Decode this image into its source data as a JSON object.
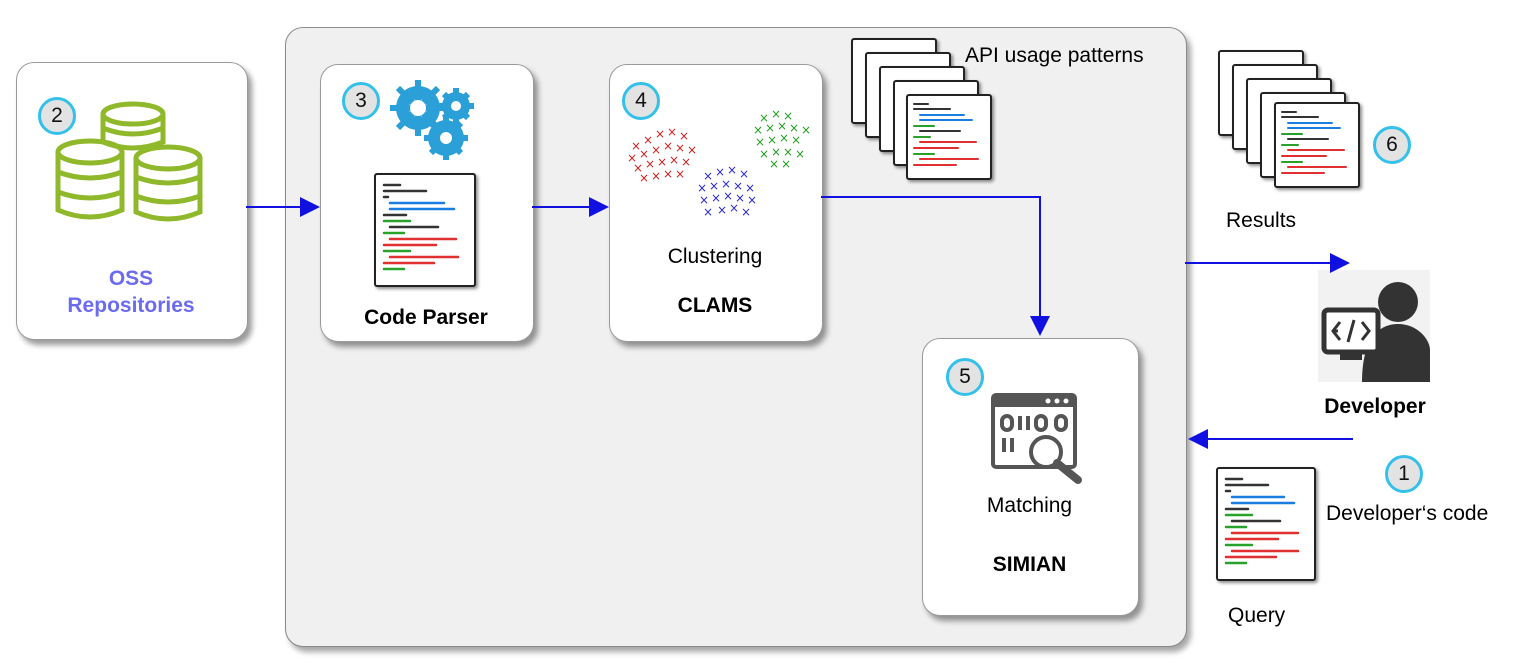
{
  "steps": {
    "s1": "1",
    "s2": "2",
    "s3": "3",
    "s4": "4",
    "s5": "5",
    "s6": "6"
  },
  "oss": {
    "line1": "OSS",
    "line2": "Repositories",
    "color": "#6b6bef"
  },
  "parser": {
    "title": "Code Parser"
  },
  "clustering": {
    "caption": "Clustering",
    "title": "CLAMS"
  },
  "api_patterns": {
    "label": "API usage patterns"
  },
  "matching": {
    "caption": "Matching",
    "title": "SIMIAN"
  },
  "results": {
    "label": "Results"
  },
  "developer": {
    "label": "Developer"
  },
  "query": {
    "label": "Query",
    "code_label": "Developer‘s code"
  },
  "colors": {
    "arrow": "#1010e0",
    "accent": "#33c1ea",
    "db": "#8fb82a",
    "gear": "#2a9fd8"
  },
  "icons": [
    "database-icon",
    "gear-icon",
    "code-document-icon",
    "cluster-plot-icon",
    "binary-search-icon",
    "developer-icon"
  ]
}
